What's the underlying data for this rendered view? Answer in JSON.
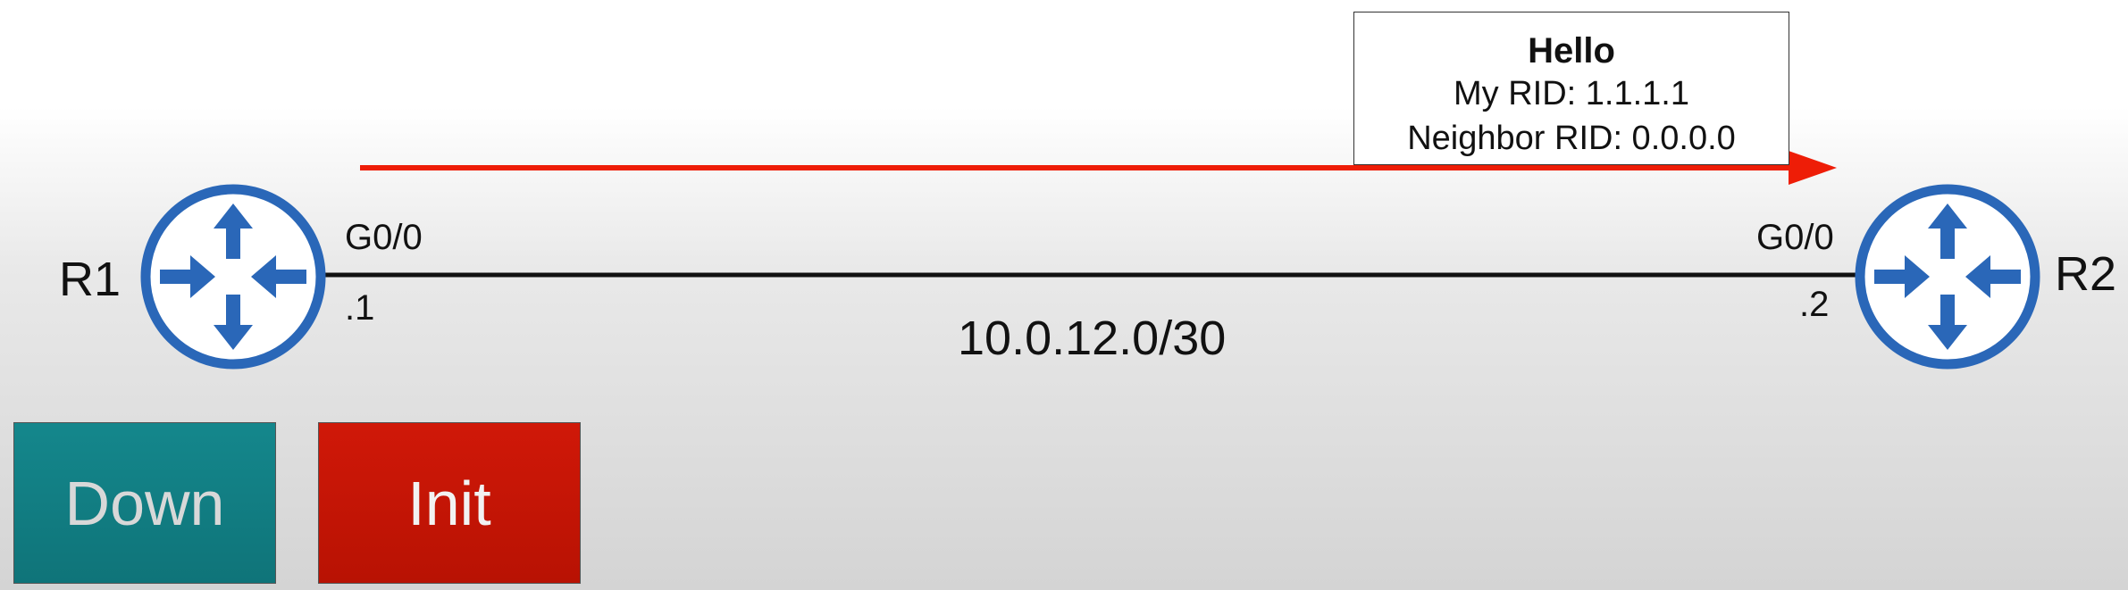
{
  "hello_packet": {
    "title": "Hello",
    "my_rid": "My RID: 1.1.1.1",
    "neighbor_rid": "Neighbor RID: 0.0.0.0",
    "arrow_color": "#ee1d07"
  },
  "routers": {
    "r1": {
      "name": "R1",
      "interface": "G0/0",
      "address": ".1"
    },
    "r2": {
      "name": "R2",
      "interface": "G0/0",
      "address": ".2"
    }
  },
  "link": {
    "subnet": "10.0.12.0/30"
  },
  "states": {
    "down": {
      "label": "Down",
      "color": "#11808a"
    },
    "init": {
      "label": "Init",
      "color": "#c81505"
    }
  },
  "colors": {
    "router": "#2a67b8",
    "link": "#111111"
  }
}
